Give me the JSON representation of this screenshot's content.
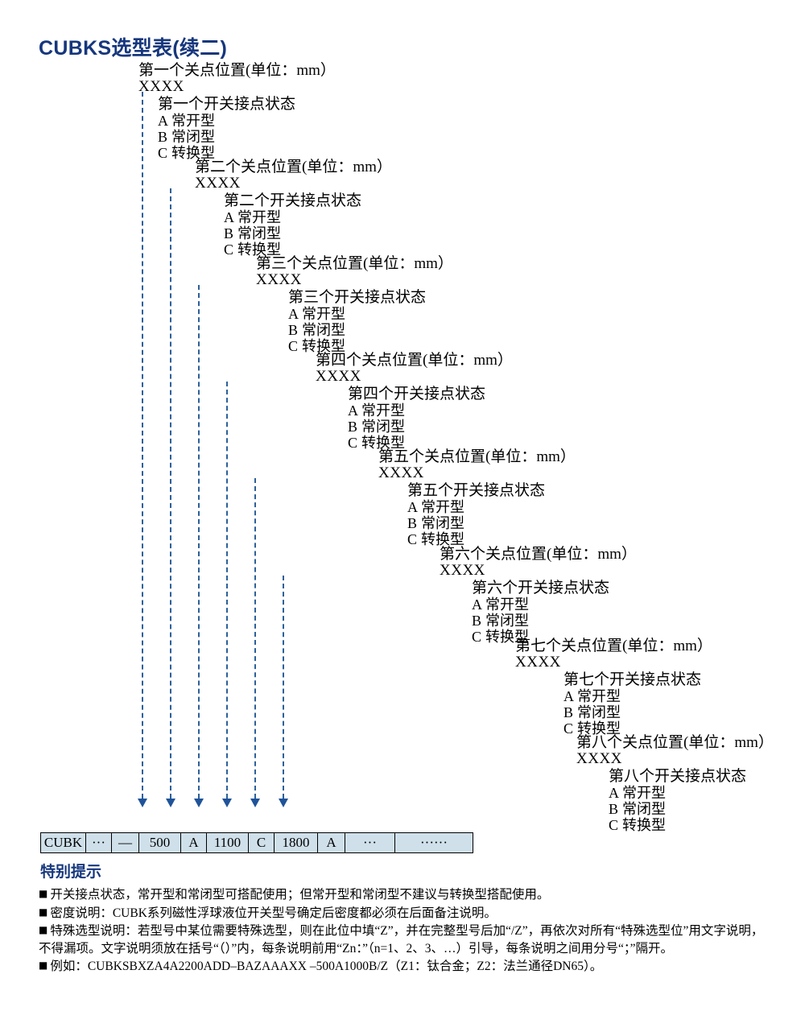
{
  "title": "CUBKS选型表(续二)",
  "tree": {
    "groups": [
      {
        "position_label": "第一个关点位置(单位：mm）",
        "placeholder": "XXXX",
        "state_label": "第一个开关接点状态",
        "options": [
          {
            "code": "A",
            "label": "常开型"
          },
          {
            "code": "B",
            "label": "常闭型"
          },
          {
            "code": "C",
            "label": "转换型"
          }
        ]
      },
      {
        "position_label": "第二个关点位置(单位：mm）",
        "placeholder": "XXXX",
        "state_label": "第二个开关接点状态",
        "options": [
          {
            "code": "A",
            "label": "常开型"
          },
          {
            "code": "B",
            "label": "常闭型"
          },
          {
            "code": "C",
            "label": "转换型"
          }
        ]
      },
      {
        "position_label": "第三个关点位置(单位：mm）",
        "placeholder": "XXXX",
        "state_label": "第三个开关接点状态",
        "options": [
          {
            "code": "A",
            "label": "常开型"
          },
          {
            "code": "B",
            "label": "常闭型"
          },
          {
            "code": "C",
            "label": "转换型"
          }
        ]
      },
      {
        "position_label": "第四个关点位置(单位：mm）",
        "placeholder": "XXXX",
        "state_label": "第四个开关接点状态",
        "options": [
          {
            "code": "A",
            "label": "常开型"
          },
          {
            "code": "B",
            "label": "常闭型"
          },
          {
            "code": "C",
            "label": "转换型"
          }
        ]
      },
      {
        "position_label": "第五个关点位置(单位：mm）",
        "placeholder": "XXXX",
        "state_label": "第五个开关接点状态",
        "options": [
          {
            "code": "A",
            "label": "常开型"
          },
          {
            "code": "B",
            "label": "常闭型"
          },
          {
            "code": "C",
            "label": "转换型"
          }
        ]
      },
      {
        "position_label": "第六个关点位置(单位：mm）",
        "placeholder": "XXXX",
        "state_label": "第六个开关接点状态",
        "options": [
          {
            "code": "A",
            "label": "常开型"
          },
          {
            "code": "B",
            "label": "常闭型"
          },
          {
            "code": "C",
            "label": "转换型"
          }
        ]
      },
      {
        "position_label": "第七个关点位置(单位：mm）",
        "placeholder": "XXXX",
        "state_label": "第七个开关接点状态",
        "options": [
          {
            "code": "A",
            "label": "常开型"
          },
          {
            "code": "B",
            "label": "常闭型"
          },
          {
            "code": "C",
            "label": "转换型"
          }
        ]
      },
      {
        "position_label": "第八个关点位置(单位：mm）",
        "placeholder": "XXXX",
        "state_label": "第八个开关接点状态",
        "options": [
          {
            "code": "A",
            "label": "常开型"
          },
          {
            "code": "B",
            "label": "常闭型"
          },
          {
            "code": "C",
            "label": "转换型"
          }
        ]
      }
    ]
  },
  "code_table": {
    "cells": [
      "CUBK",
      "···",
      "—",
      "500",
      "A",
      "1100",
      "C",
      "1800",
      "A",
      "···",
      "······"
    ]
  },
  "notes": {
    "heading": "特别提示",
    "items": [
      "开关接点状态，常开型和常闭型可搭配使用；但常开型和常闭型不建议与转换型搭配使用。",
      "密度说明：CUBK系列磁性浮球液位开关型号确定后密度都必须在后面备注说明。",
      "特殊选型说明：若型号中某位需要特殊选型，则在此位中填“Z”，并在完整型号后加“/Z”，再依次对所有“特殊选型位”用文字说明，不得漏项。文字说明须放在括号“（）”内，每条说明前用“Zn：”（n=1、2、3、…）引导，每条说明之间用分号“；”隔开。",
      "例如：CUBKSBXZA4A2200ADD–BAZAAAXX –500A1000B/Z（Z1：钛合金；Z2：法兰通径DN65）。"
    ]
  },
  "colors": {
    "brand_navy": "#16377d",
    "dash_blue": "#2d6099",
    "table_fill": "#cfe0ea"
  }
}
